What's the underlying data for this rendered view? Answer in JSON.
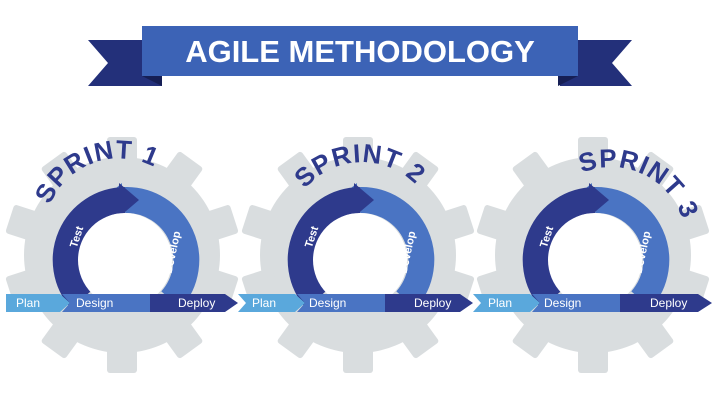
{
  "title": "AGILE METHODOLOGY",
  "colors": {
    "banner_main": "#3c63b6",
    "banner_dark": "#23307a",
    "gear": "#d9dddf",
    "arc_dark": "#2e3a8c",
    "arc_light": "#4a74c3",
    "plan_arrow": "#5aa8dc",
    "sprint_text": "#2e3a8c"
  },
  "sprints": [
    {
      "label": "SPRINT 1",
      "stages": {
        "test": "Test",
        "develop": "Develop"
      },
      "flow": {
        "plan": "Plan",
        "design": "Design",
        "deploy": "Deploy"
      }
    },
    {
      "label": "SPRINT 2",
      "stages": {
        "test": "Test",
        "develop": "Develop"
      },
      "flow": {
        "plan": "Plan",
        "design": "Design",
        "deploy": "Deploy"
      }
    },
    {
      "label": "SPRINT 3",
      "stages": {
        "test": "Test",
        "develop": "Develop"
      },
      "flow": {
        "plan": "Plan",
        "design": "Design",
        "deploy": "Deploy"
      }
    }
  ]
}
